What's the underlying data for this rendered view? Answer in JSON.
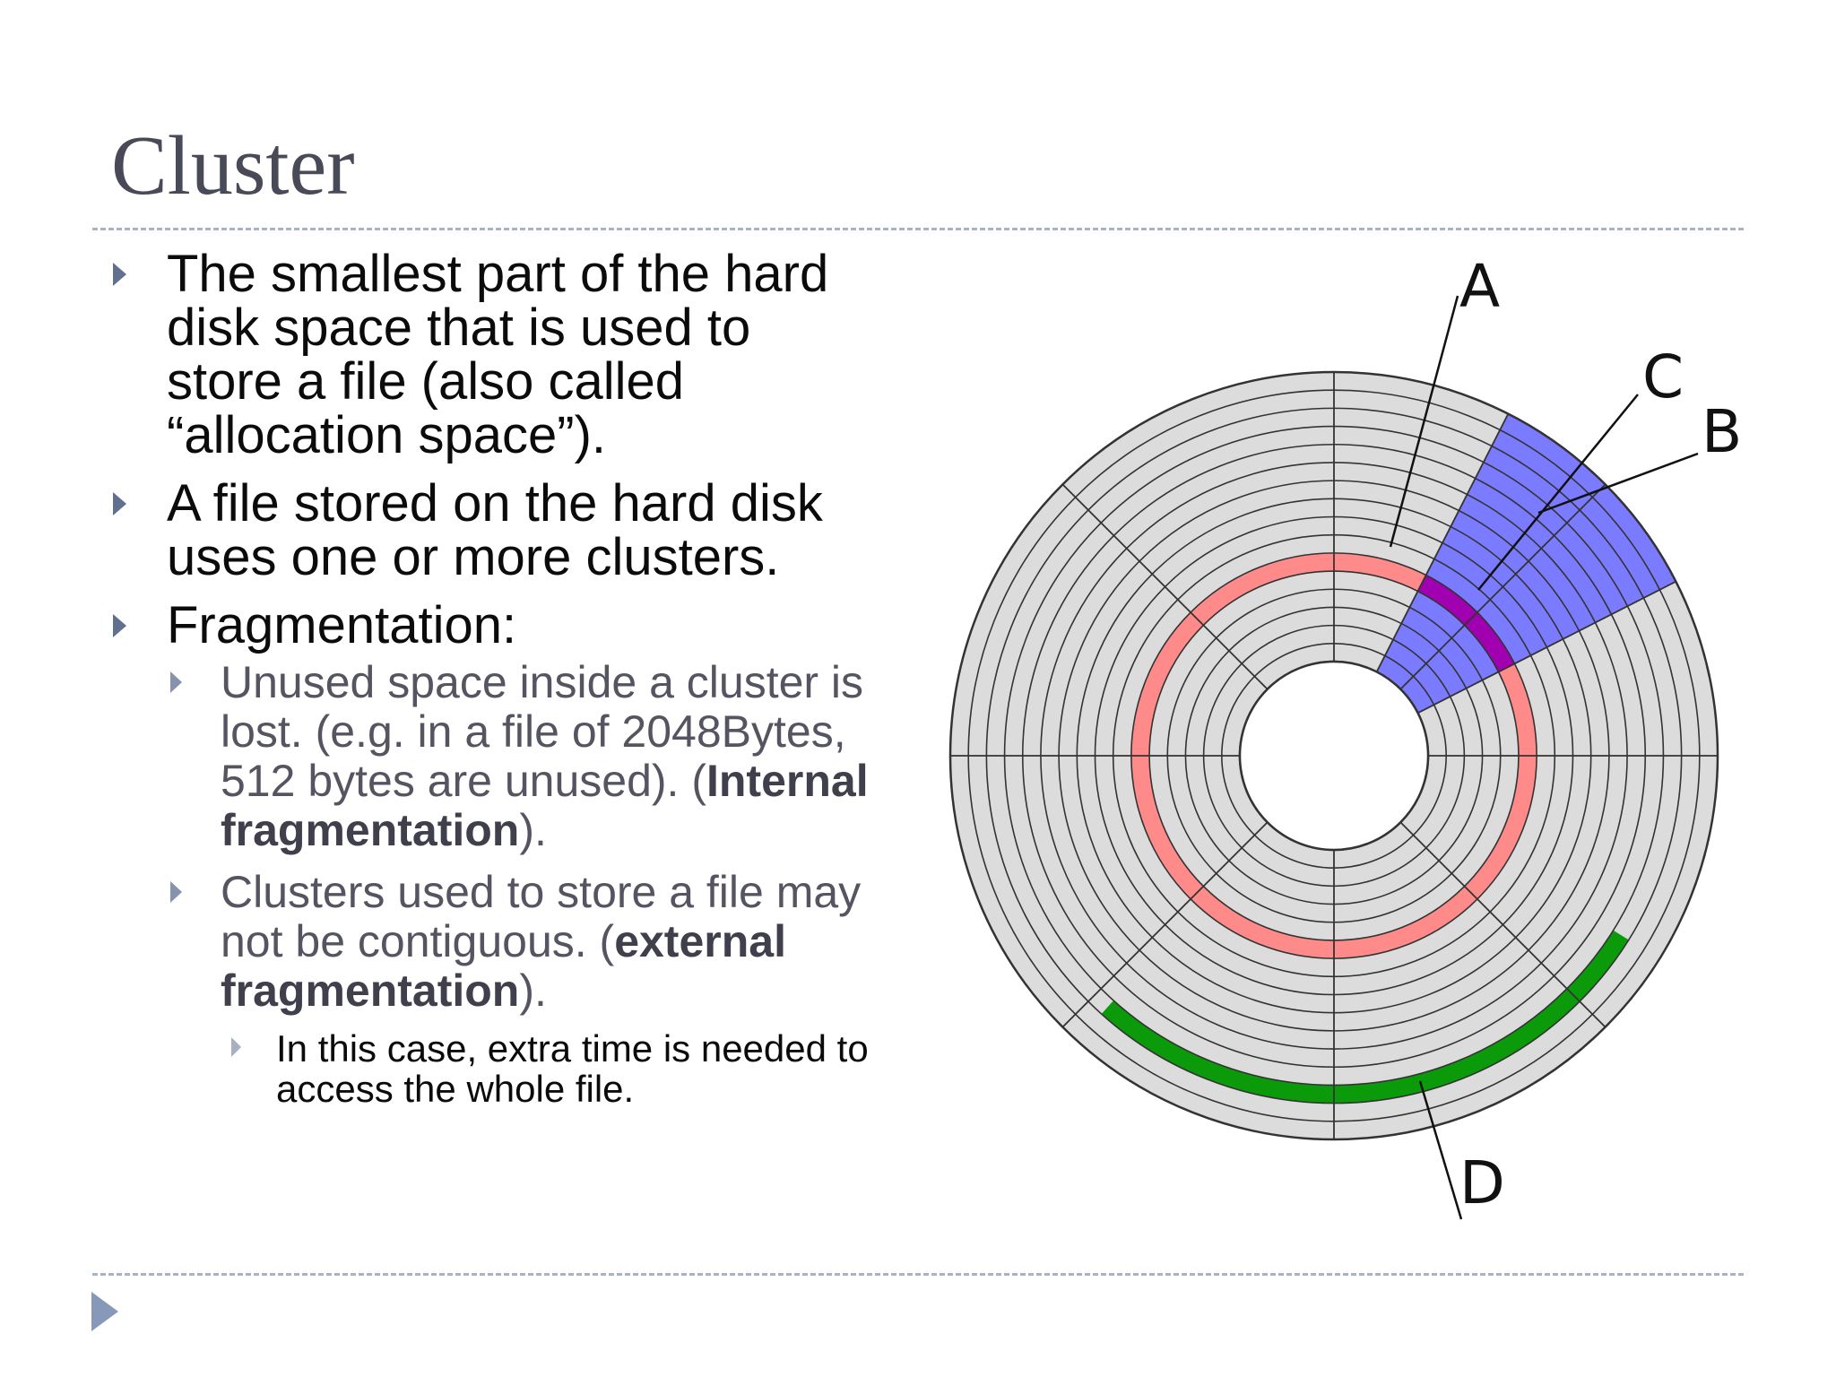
{
  "slide": {
    "title": "Cluster",
    "bullets": [
      {
        "text": "The smallest part of the hard disk space that is used to store a file (also called “allocation space”)."
      },
      {
        "text": "A file stored on the hard disk uses one or more clusters."
      },
      {
        "text": "Fragmentation:"
      }
    ],
    "sub_bullets": [
      {
        "pre": "Unused space inside a cluster is lost. (e.g. in a file of 2048Bytes, 512 bytes are unused). (",
        "bold": "Internal fragmentation",
        "post": ")."
      },
      {
        "pre": "Clusters used to store a file may not be contiguous. (",
        "bold": "external fragmentation",
        "post": ")."
      }
    ],
    "sub_sub_bullets": [
      {
        "text": "In this case, extra time is needed to access the whole file."
      }
    ]
  },
  "diagram": {
    "labels": {
      "a": "A",
      "b": "B",
      "c": "C",
      "d": "D"
    },
    "colors": {
      "platter": "#dcdcdc",
      "track_lines": "#333333",
      "track_a": "#ff8a8a",
      "sector_b": "#7b7bff",
      "cluster_c": "#a000b0",
      "cluster_d": "#0a9a0a"
    }
  }
}
